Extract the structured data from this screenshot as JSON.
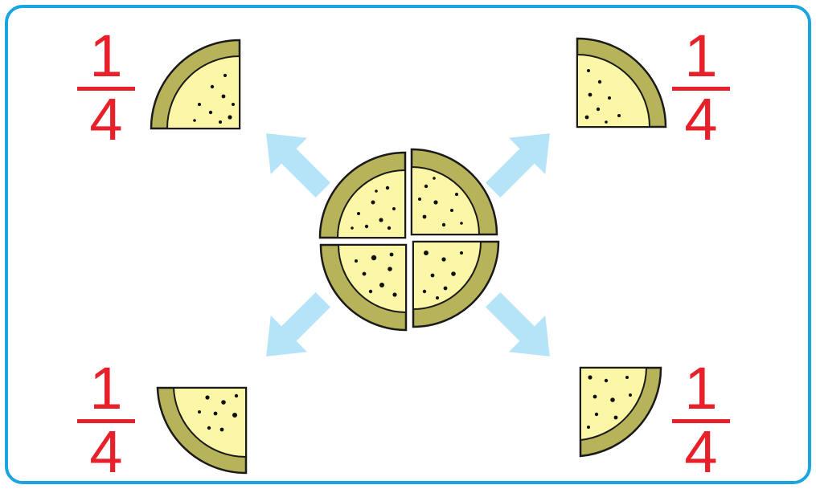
{
  "colors": {
    "frame": "#1aa5e0",
    "fraction": "#e8202a",
    "arrow": "#b5e3f7",
    "crust": "#b6b35a",
    "cheese": "#fbf7a6",
    "outline": "#1a1a1a",
    "topping": "#111111"
  },
  "fractions": [
    {
      "position": "top-left",
      "numerator": "1",
      "denominator": "4"
    },
    {
      "position": "top-right",
      "numerator": "1",
      "denominator": "4"
    },
    {
      "position": "bottom-left",
      "numerator": "1",
      "denominator": "4"
    },
    {
      "position": "bottom-right",
      "numerator": "1",
      "denominator": "4"
    }
  ],
  "icons": {
    "whole": "pizza-cut-into-quarters-icon",
    "slice": "pizza-quarter-slice-icon",
    "arrow": "arrow-icon"
  }
}
